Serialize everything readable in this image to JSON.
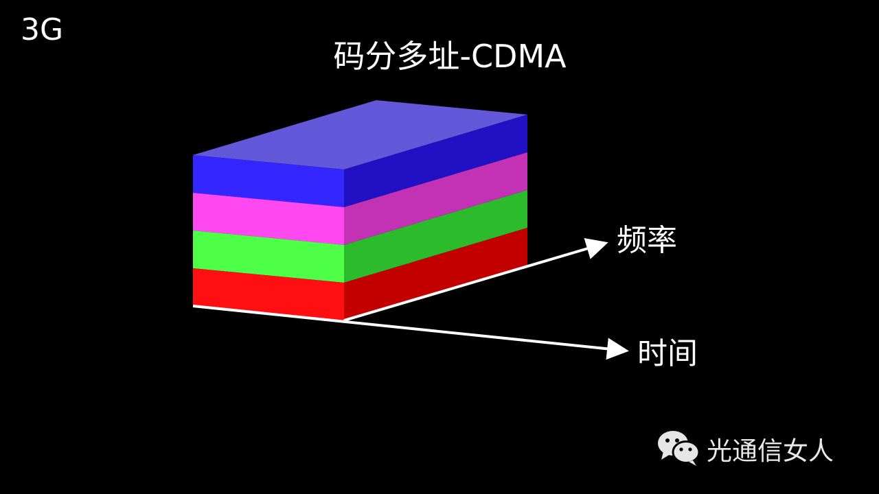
{
  "header": {
    "generation": "3G",
    "title": "码分多址-CDMA"
  },
  "diagram": {
    "axes": {
      "frequency_label": "频率",
      "time_label": "时间"
    },
    "layers": [
      {
        "name": "layer-blue",
        "front": "#3326ff",
        "side": "#2210c4"
      },
      {
        "name": "layer-magenta",
        "front": "#ff48f0",
        "side": "#c332b4"
      },
      {
        "name": "layer-green",
        "front": "#4eff48",
        "side": "#2cbb2c"
      },
      {
        "name": "layer-red",
        "front": "#ff0f12",
        "side": "#c20000"
      }
    ],
    "top_face_color": "#6357da",
    "axis_color": "#ffffff"
  },
  "watermark": {
    "icon": "wechat-icon",
    "text": "光通信女人"
  }
}
